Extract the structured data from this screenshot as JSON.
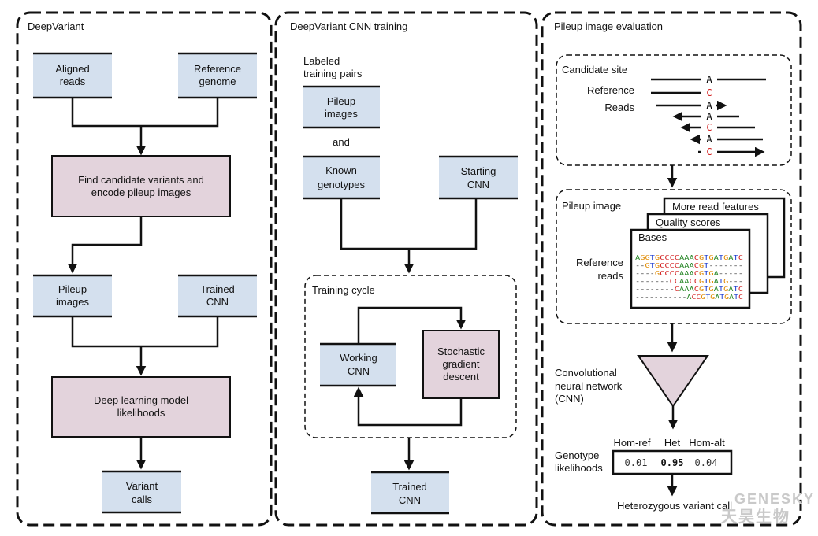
{
  "colors": {
    "input_box": "#d4e0ee",
    "process_box": "#e3d3dc",
    "base_A": "#2e8b2e",
    "base_C": "#d21f1f",
    "base_G": "#e08a00",
    "base_T": "#1f3fd0"
  },
  "panel1": {
    "title": "DeepVariant",
    "aligned_reads": [
      "Aligned",
      "reads"
    ],
    "reference_genome": [
      "Reference",
      "genome"
    ],
    "find_candidates": [
      "Find candidate variants and",
      "encode pileup images"
    ],
    "pileup_images": [
      "Pileup",
      "images"
    ],
    "trained_cnn": [
      "Trained",
      "CNN"
    ],
    "deep_learning": [
      "Deep learning model",
      "likelihoods"
    ],
    "variant_calls": [
      "Variant",
      "calls"
    ]
  },
  "panel2": {
    "title": "DeepVariant CNN training",
    "labeled_pairs": [
      "Labeled",
      "training pairs"
    ],
    "pileup_images": [
      "Pileup",
      "images"
    ],
    "and": "and",
    "known_genotypes": [
      "Known",
      "genotypes"
    ],
    "starting_cnn": [
      "Starting",
      "CNN"
    ],
    "training_cycle": "Training cycle",
    "working_cnn": [
      "Working",
      "CNN"
    ],
    "sgd": [
      "Stochastic",
      "gradient",
      "descent"
    ],
    "trained_cnn": [
      "Trained",
      "CNN"
    ]
  },
  "panel3": {
    "title": "Pileup image evaluation",
    "candidate_site": "Candidate site",
    "reference": "Reference",
    "reads": "Reads",
    "site_bases": [
      "A",
      "C",
      "A",
      "A",
      "C",
      "A",
      "C"
    ],
    "pileup_image": "Pileup image",
    "more_read_features": "More read features",
    "quality_scores": "Quality scores",
    "bases": "Bases",
    "ref_reads_label": [
      "Reference",
      "reads"
    ],
    "sequences": [
      "AGGTGCCCCAAACGTGATGATC",
      "--GTGCCCCAAACGT-------",
      "----GCCCCAAACGTGA-----",
      "-------CCAACCGTGATG---",
      "--------CAAACGTGATGATC",
      "-----------ACCGTGATGATC"
    ],
    "cnn_label": [
      "Convolutional",
      "neural network",
      "(CNN)"
    ],
    "genotype_label": [
      "Genotype",
      "likelihoods"
    ],
    "genotypes": [
      "Hom-ref",
      "Het",
      "Hom-alt"
    ],
    "likelihoods": [
      "0.01",
      "0.95",
      "0.04"
    ],
    "result": "Heterozygous variant call"
  },
  "watermark": {
    "latin": "GENESKY",
    "chinese": "天昊生物"
  }
}
